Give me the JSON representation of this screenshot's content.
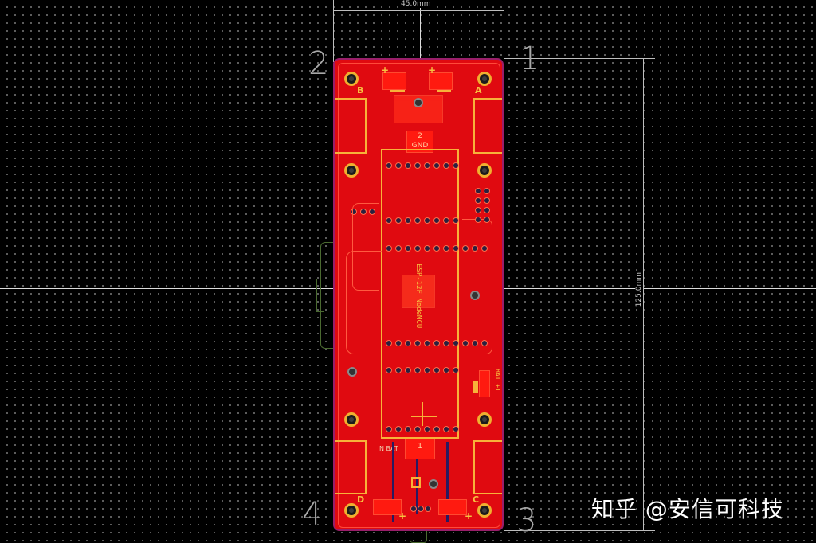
{
  "app": {
    "view": "PCB layout editor - top copper layer",
    "colors": {
      "background": "#000000",
      "grid_dot": "#9a9a9a",
      "copper_top": "#e00a10",
      "board_outline": "#9a1e6a",
      "silkscreen": "#f7b23a",
      "dimension": "#bdbdbd",
      "bottom_trace": "#2a1a60",
      "courtyard_green": "#4a6a30"
    }
  },
  "dimensions": {
    "width_label": "45.0mm",
    "height_label": "125.0mm"
  },
  "corners": {
    "top_left": "2",
    "top_right": "1",
    "bottom_right": "3",
    "bottom_left": "4"
  },
  "board": {
    "motor_labels": {
      "top_left": "B",
      "top_right": "A",
      "bottom_left": "D",
      "bottom_right": "C"
    },
    "pads": {
      "gnd_pad_number": "2",
      "gnd_pad_label": "GND",
      "bat_pad_number": "1",
      "bat_silk_label": "N  BAT"
    },
    "polarity_mark": "+",
    "side_label": "BAT +I",
    "module_label": "ESP-12F NodeMCU"
  },
  "watermark": {
    "text": "知乎 @安信可科技"
  }
}
